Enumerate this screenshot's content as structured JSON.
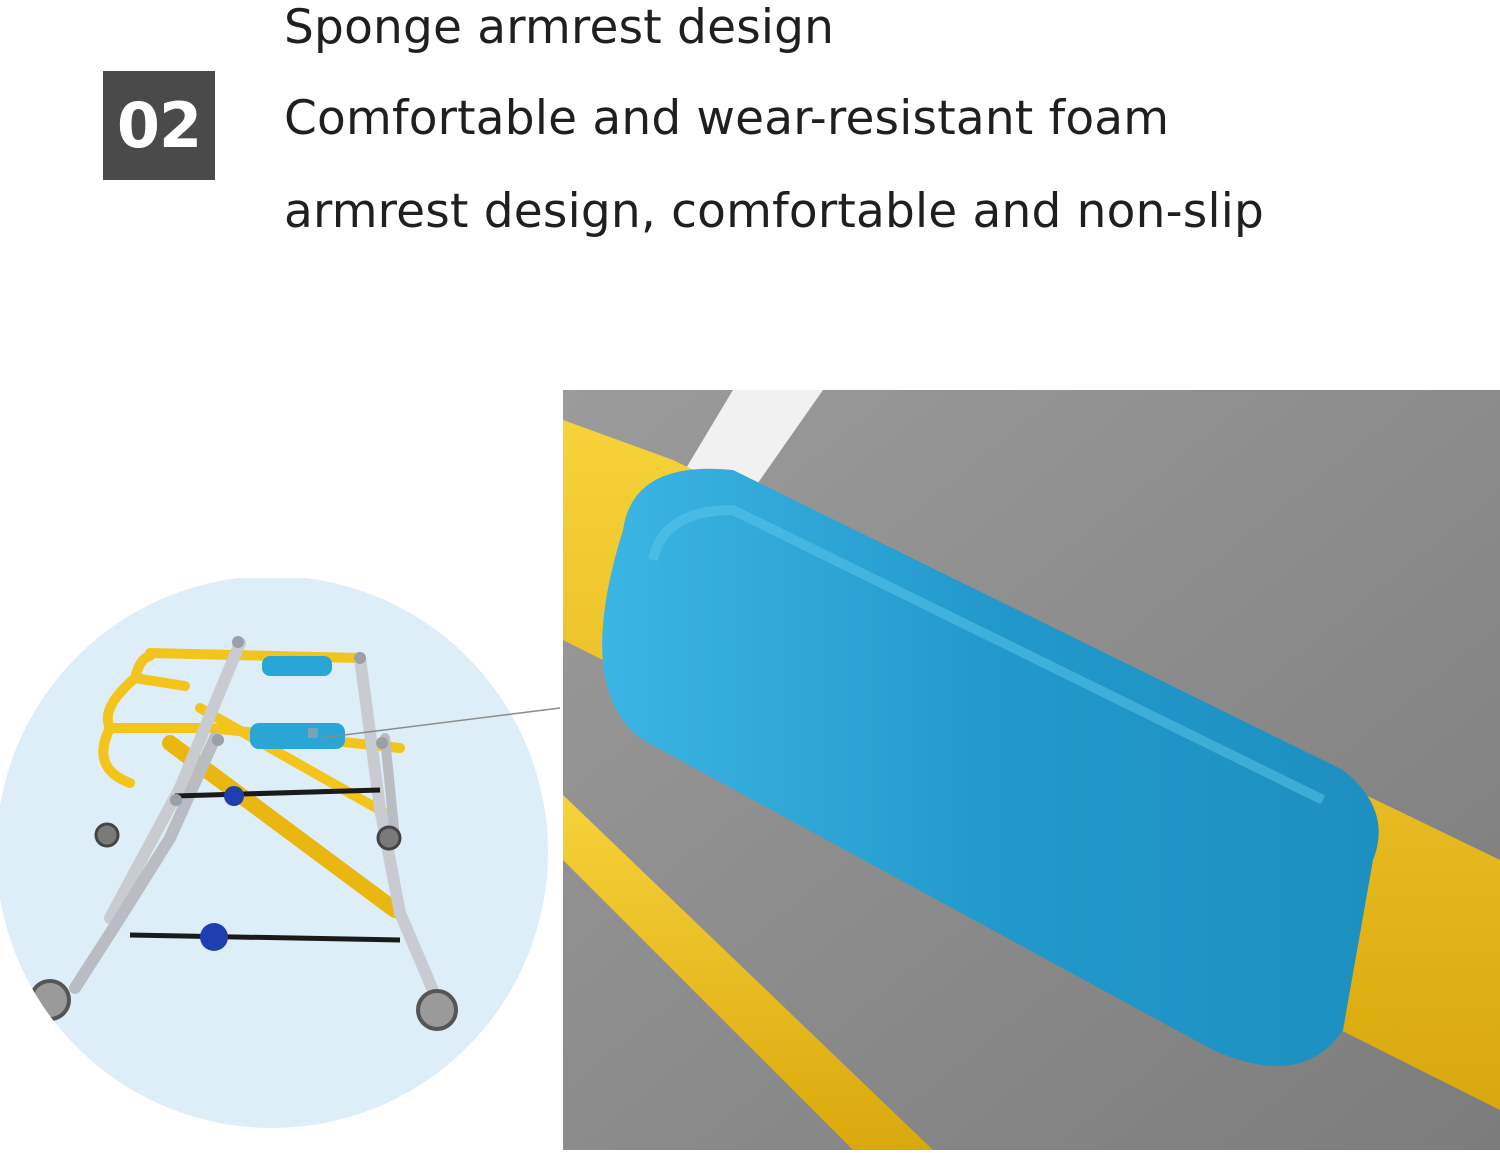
{
  "badge": {
    "number": "02"
  },
  "text": {
    "heading": "Sponge armrest design",
    "line2": "Comfortable and wear-resistant foam",
    "line3": "armrest design, comfortable and non-slip"
  },
  "colors": {
    "badge_bg": "#4a4a4a",
    "frame_yellow": "#f2c41c",
    "foam_blue": "#2aa6d6",
    "circle_bg": "#deeef8",
    "zoom_bg": "#8a8a8a"
  }
}
